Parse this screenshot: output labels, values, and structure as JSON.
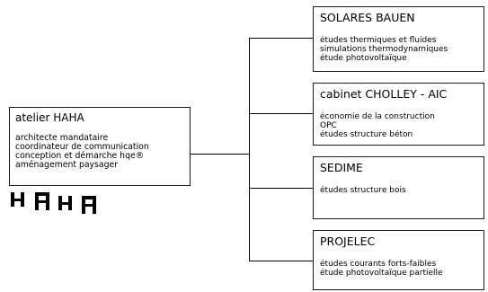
{
  "main": {
    "title": "atelier HAHA",
    "lines": [
      "architecte mandataire",
      "coordinateur de communication",
      "conception et démarche hqe®",
      "aménagement paysager"
    ],
    "logo_text": "HAHA"
  },
  "partners": [
    {
      "title": "SOLARES BAUEN",
      "lines": [
        "études thermiques et fluides",
        "simulations thermodynamiques",
        "étude photovoltaïque"
      ]
    },
    {
      "title": "cabinet CHOLLEY - AIC",
      "lines": [
        "économie de la construction",
        "OPC",
        "études structure béton"
      ]
    },
    {
      "title": "SEDIME",
      "lines": [
        "études structure bois"
      ]
    },
    {
      "title": "PROJELEC",
      "lines": [
        "études courants forts-faibles",
        "étude photovoltaïque partielle"
      ]
    }
  ]
}
